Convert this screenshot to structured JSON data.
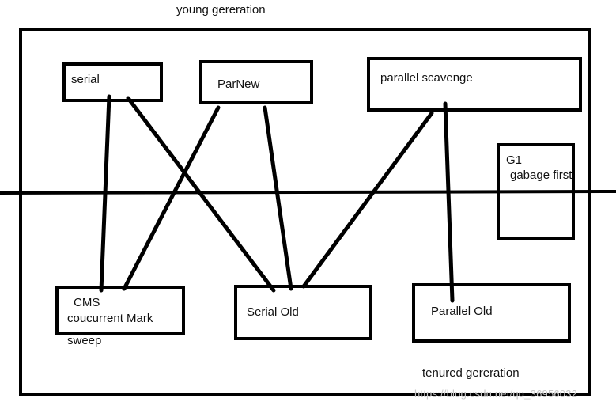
{
  "regions": {
    "young_label": "young gereration",
    "tenured_label": "tenured gereration"
  },
  "collectors": {
    "serial": "serial",
    "parnew": "ParNew",
    "parallel_scavenge": "parallel scavenge",
    "g1_line1": "G1",
    "g1_line2": "gabage first",
    "cms_line1": "CMS",
    "cms_line2": "coucurrent Mark",
    "cms_line3": "sweep",
    "serial_old": "Serial Old",
    "parallel_old": "Parallel Old"
  },
  "watermark": "https://blog.csdn.net/qq_36956032",
  "colors": {
    "stroke": "#000000",
    "background": "#ffffff",
    "watermark": "#c7c7c7"
  }
}
